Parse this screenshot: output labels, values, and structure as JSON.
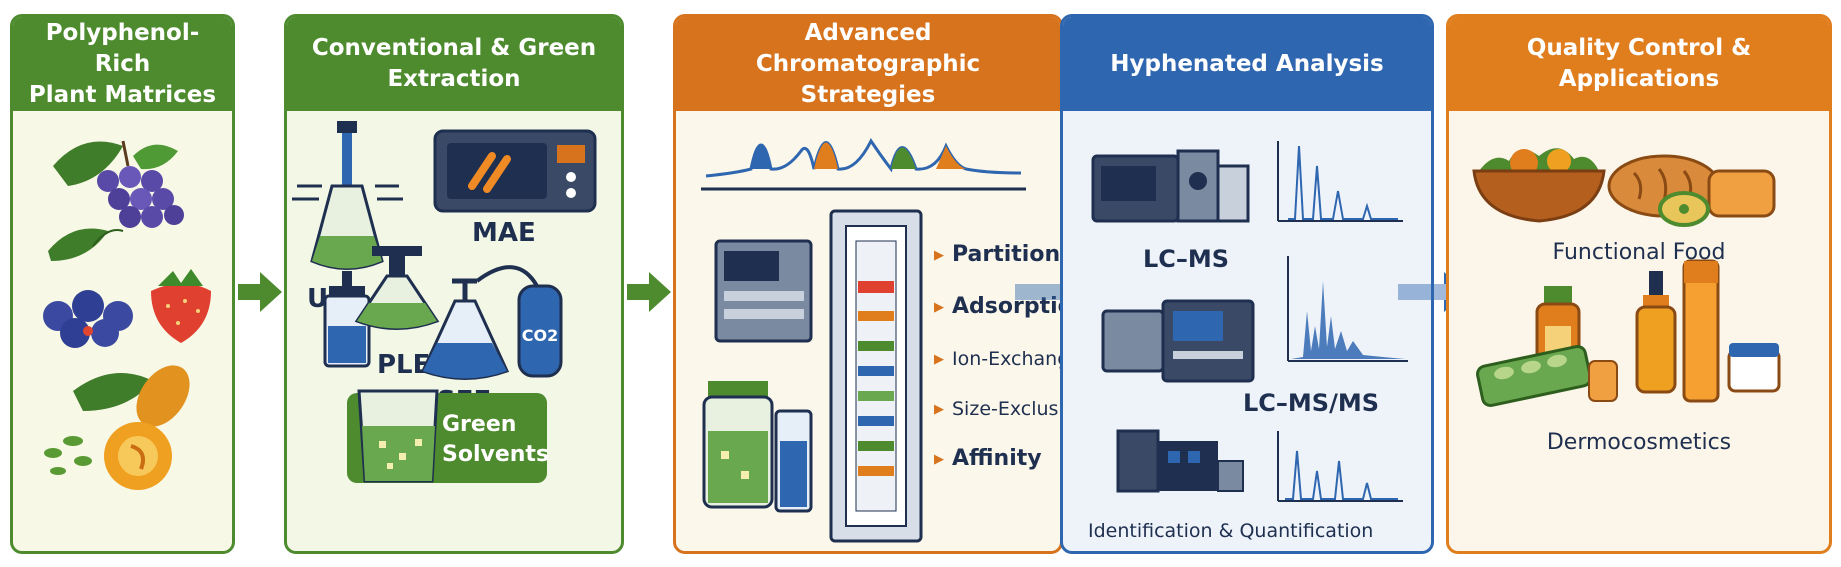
{
  "panels": [
    {
      "id": "plant",
      "title": "Polyphenol-Rich\nPlant Matrices",
      "color": "#4e8b2f",
      "bg": "#f8f8e6"
    },
    {
      "id": "extraction",
      "title": "Conventional & Green\nExtraction",
      "color": "#4e8b2f",
      "bg": "#f3f7e6",
      "methods": [
        "UAE",
        "MAE",
        "PLE",
        "SFE"
      ],
      "co2_label": "CO2",
      "green_solvents": "Green\nSolvents"
    },
    {
      "id": "chromatography",
      "title": "Advanced\nChromatographic Strategies",
      "color": "#d6731c",
      "bg": "#fbf7ea",
      "modes": [
        "Partition",
        "Adsorption",
        "Ion-Exchange",
        "Size-Exclusion",
        "Affinity"
      ]
    },
    {
      "id": "hyphenated",
      "title": "Hyphenated Analysis",
      "color": "#2f66b0",
      "bg": "#eef3fa",
      "techniques": [
        "LC–MS",
        "LC–MS/MS"
      ],
      "footer": "Identification & Quantification"
    },
    {
      "id": "applications",
      "title": "Quality Control &\nApplications",
      "color": "#e07d1d",
      "bg": "#fcf6ea",
      "applications": [
        "Functional Food",
        "Dermocosmetics"
      ]
    }
  ],
  "colors": {
    "green": "#4e8b2f",
    "orange": "#d6731c",
    "blue": "#2f66b0",
    "navy": "#1e2f4f"
  }
}
